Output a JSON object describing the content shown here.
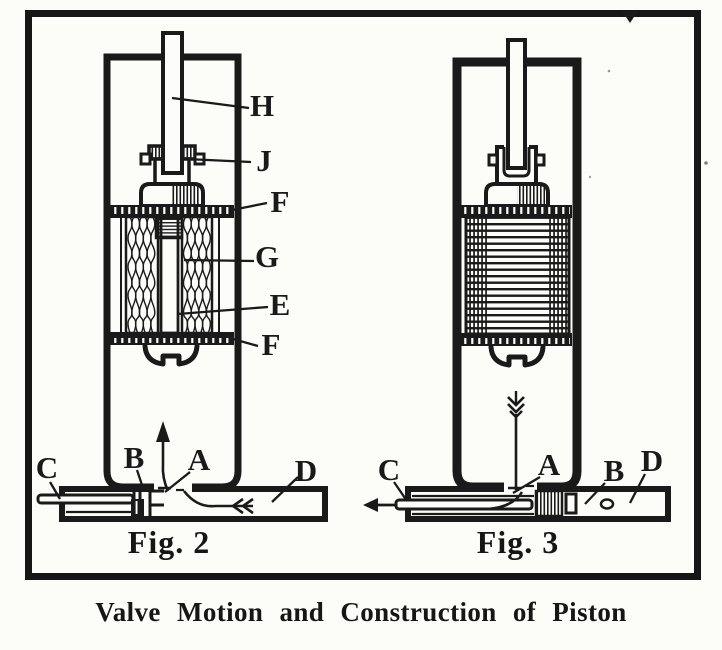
{
  "title_caption": "Valve Motion and Construction of Piston",
  "colors": {
    "ink": "#1a1a1a",
    "paper": "#fcfcf8"
  },
  "fig2": {
    "name": "Fig. 2",
    "labels": {
      "h": "H",
      "j": "J",
      "f_top": "F",
      "g": "G",
      "e": "E",
      "f_bottom": "F",
      "b": "B",
      "a": "A",
      "c": "C",
      "d": "D"
    }
  },
  "fig3": {
    "name": "Fig. 3",
    "labels": {
      "c": "C",
      "a": "A",
      "b": "B",
      "d": "D"
    }
  }
}
